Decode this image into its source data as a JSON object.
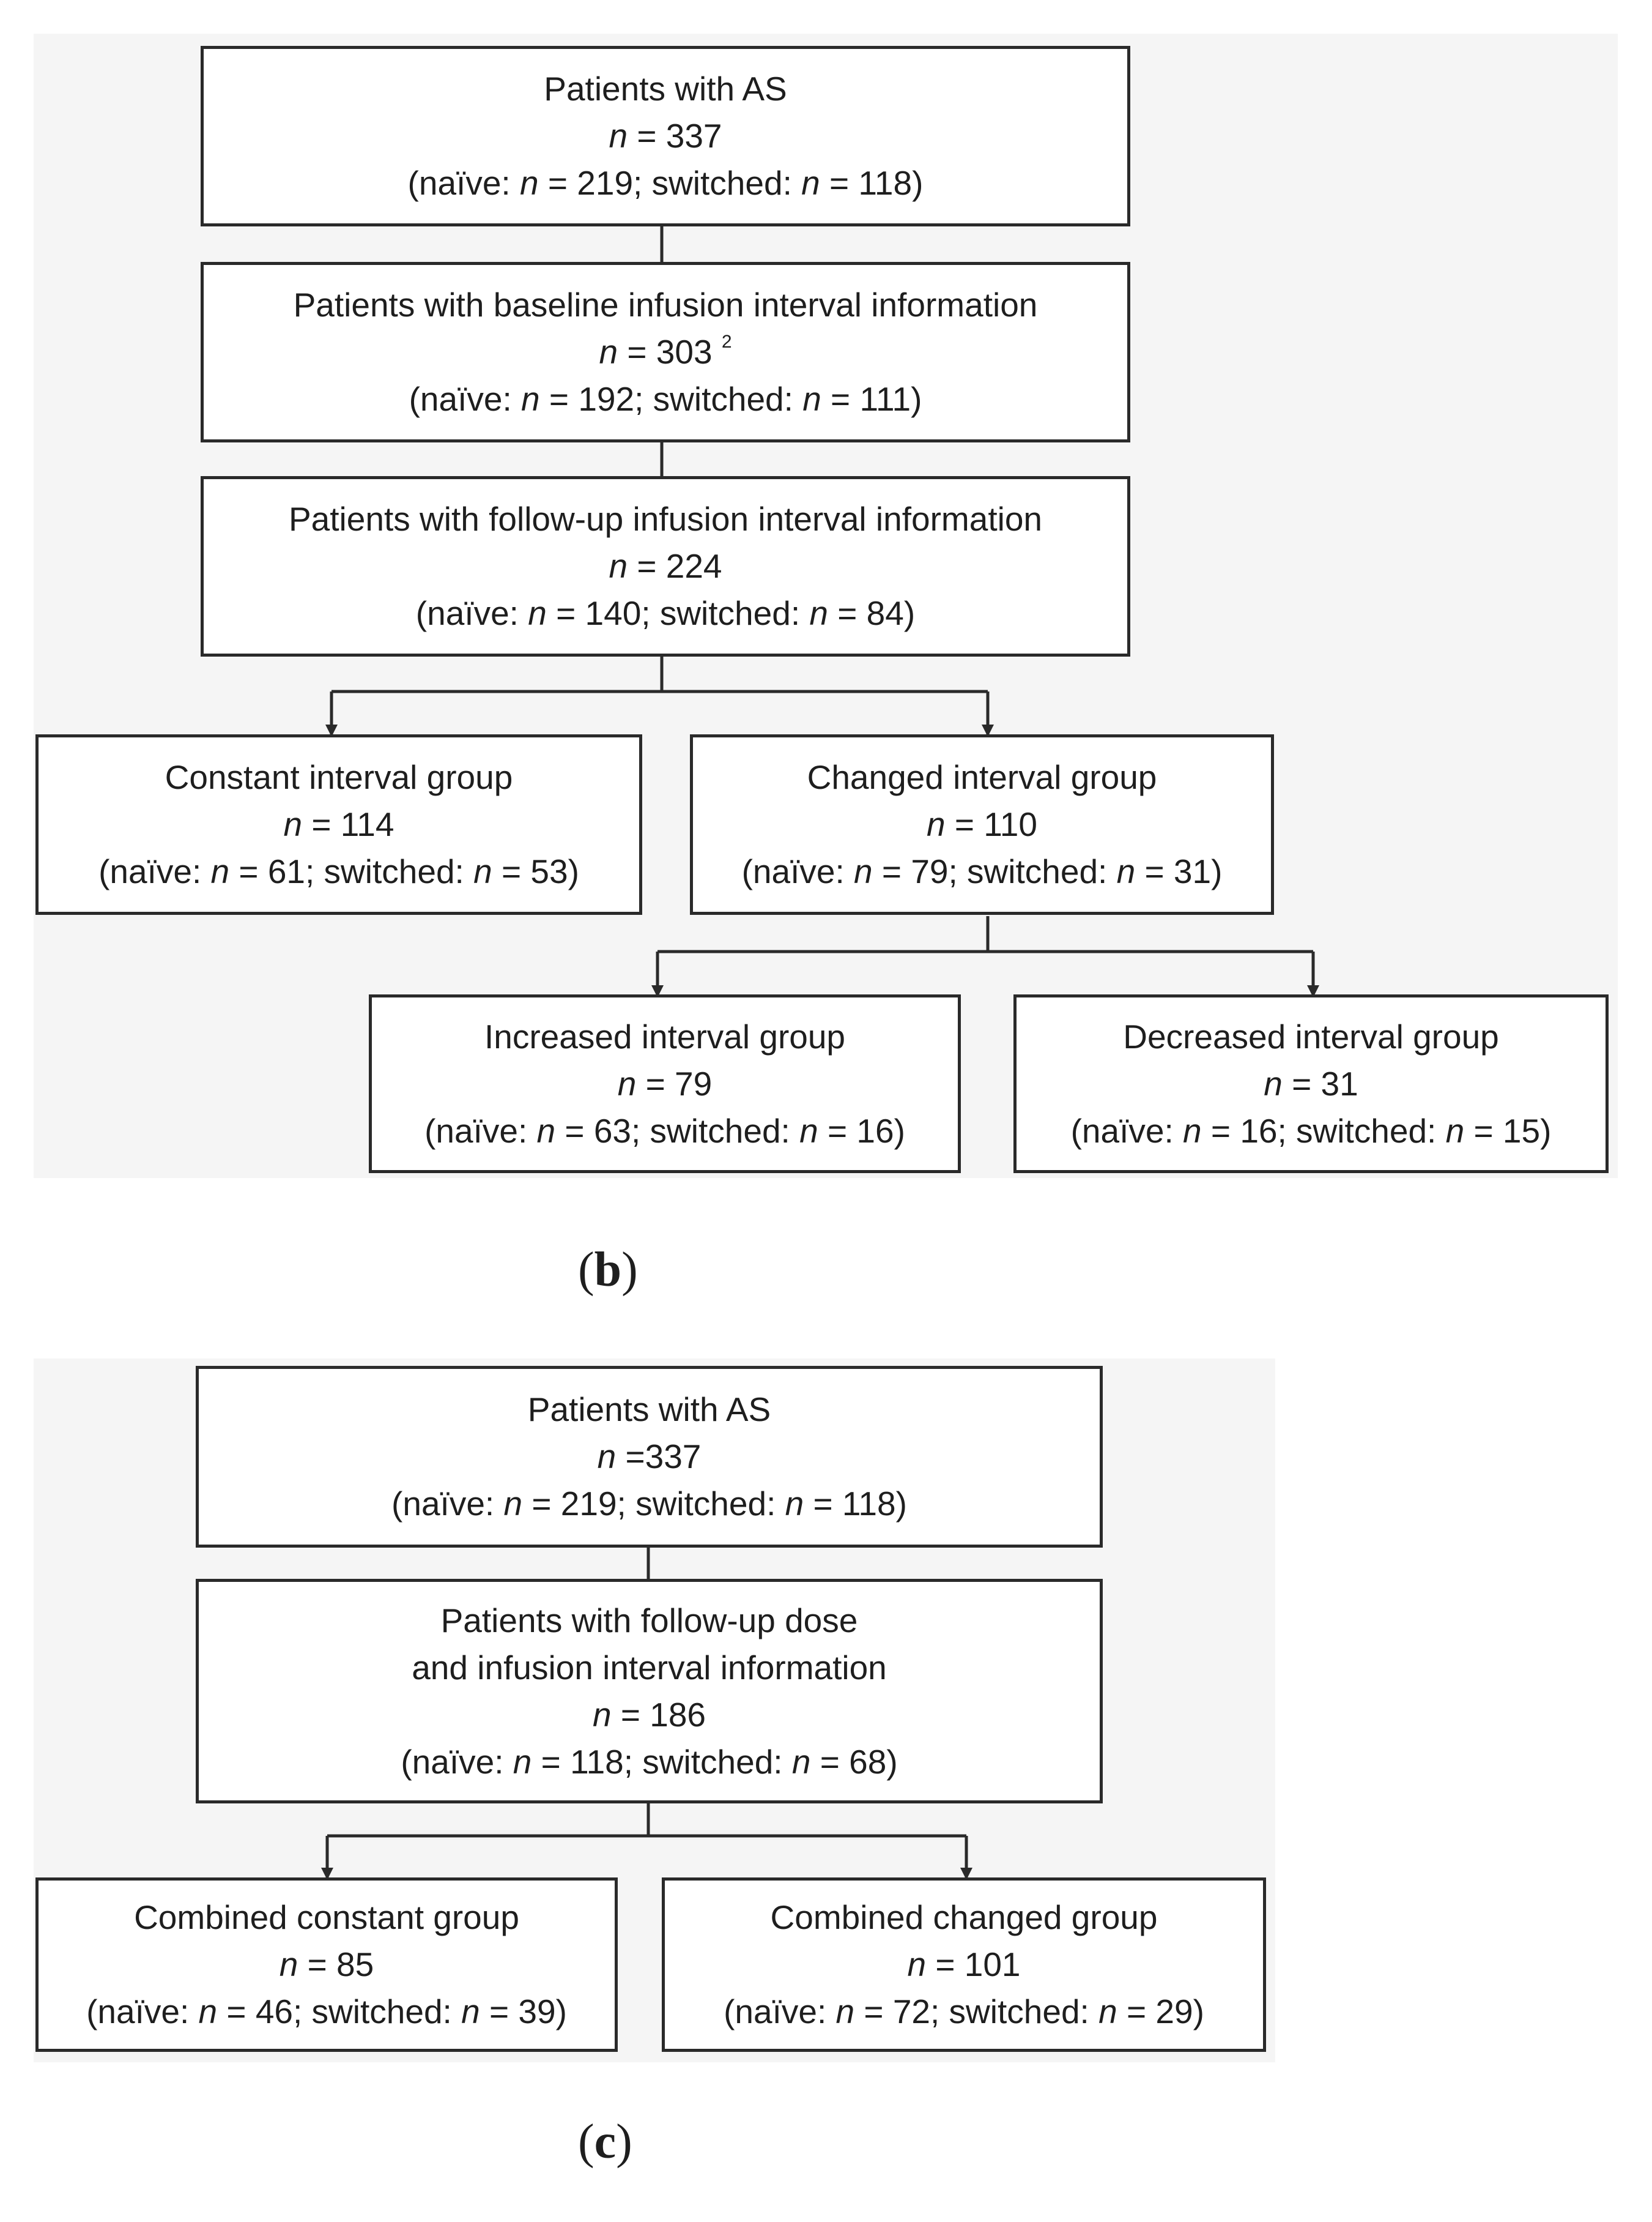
{
  "panel_b": {
    "caption_letter": "b",
    "boxes": {
      "as_total": {
        "title": "Patients with AS",
        "n": "337",
        "naive": "219",
        "switched": "118"
      },
      "baseline": {
        "title": "Patients with baseline infusion interval information",
        "n": "303",
        "footnote": "2",
        "naive": "192",
        "switched": "111"
      },
      "followup": {
        "title": "Patients with follow-up infusion interval information",
        "n": "224",
        "naive": "140",
        "switched": "84"
      },
      "constant": {
        "title": "Constant interval group",
        "n": "114",
        "naive": "61",
        "switched": "53"
      },
      "changed": {
        "title": "Changed interval group",
        "n": "110",
        "naive": "79",
        "switched": "31"
      },
      "increased": {
        "title": "Increased interval group",
        "n": "79",
        "naive": "63",
        "switched": "16"
      },
      "decreased": {
        "title": "Decreased interval group",
        "n": "31",
        "naive": "16",
        "switched": "15"
      }
    }
  },
  "panel_c": {
    "caption_letter": "c",
    "boxes": {
      "as_total": {
        "title": "Patients with AS",
        "n": "337",
        "naive": "219",
        "switched": "118"
      },
      "followup_dose": {
        "title_line1": "Patients with follow-up dose",
        "title_line2": "and infusion interval information",
        "n": "186",
        "naive": "118",
        "switched": "68"
      },
      "combined_constant": {
        "title": "Combined constant group",
        "n": "85",
        "naive": "46",
        "switched": "39"
      },
      "combined_changed": {
        "title": "Combined changed group",
        "n": "101",
        "naive": "72",
        "switched": "29"
      }
    }
  },
  "labels": {
    "n": "n",
    "eq": " = ",
    "eq_nospace": " =",
    "naive": "(naïve: ",
    "switched": "; switched: ",
    "close": ")"
  },
  "colors": {
    "stroke": "#2a2a2a",
    "panel_background": "#f5f5f5"
  }
}
